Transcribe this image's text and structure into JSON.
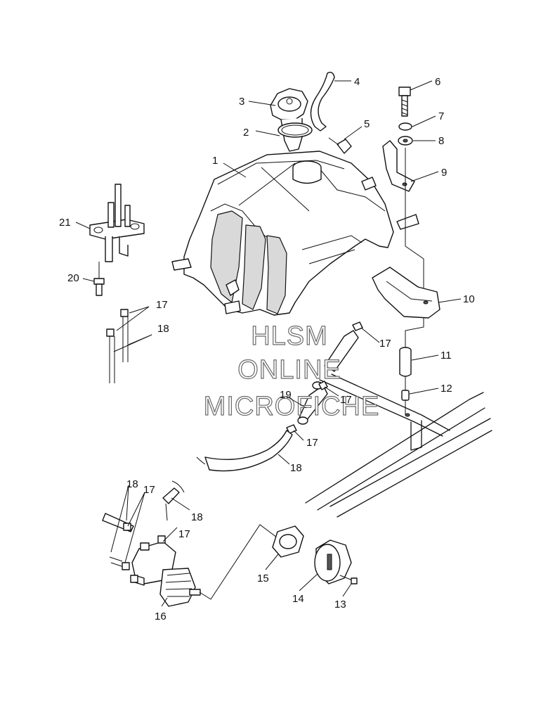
{
  "watermark": {
    "line1": "HLSM",
    "line2": "ONLINE",
    "line3": "MICROFICHE"
  },
  "callouts": {
    "c1": "1",
    "c2": "2",
    "c3": "3",
    "c4": "4",
    "c5": "5",
    "c6": "6",
    "c7": "7",
    "c8": "8",
    "c9": "9",
    "c10": "10",
    "c11": "11",
    "c12": "12",
    "c13": "13",
    "c14": "14",
    "c15": "15",
    "c16": "16",
    "c17a": "17",
    "c17b": "17",
    "c17c": "17",
    "c17d": "17",
    "c17e": "17",
    "c17f": "17",
    "c18a": "18",
    "c18b": "18",
    "c18c": "18",
    "c18d": "18",
    "c19": "19",
    "c20": "20",
    "c21": "21"
  }
}
